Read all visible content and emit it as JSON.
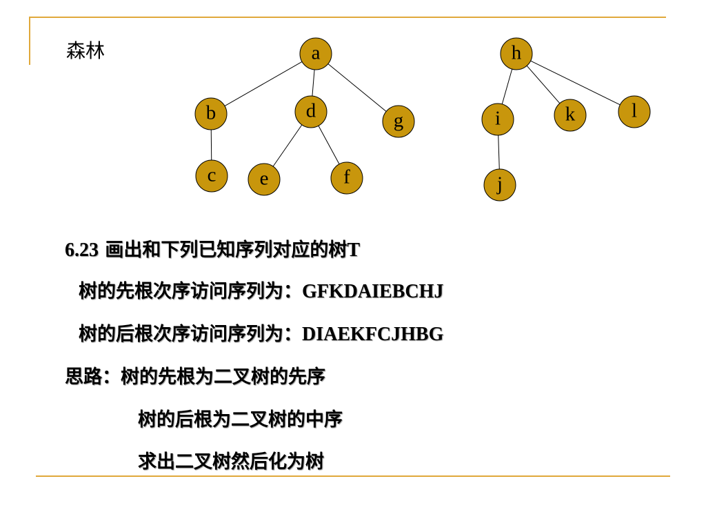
{
  "slide": {
    "title": "森林",
    "colors": {
      "accent": "#e0a83a",
      "node_fill": "#c8960c"
    }
  },
  "forest": {
    "nodes": [
      {
        "id": "a",
        "label": "a"
      },
      {
        "id": "b",
        "label": "b"
      },
      {
        "id": "d",
        "label": "d"
      },
      {
        "id": "g",
        "label": "g"
      },
      {
        "id": "c",
        "label": "c"
      },
      {
        "id": "e",
        "label": "e"
      },
      {
        "id": "f",
        "label": "f"
      },
      {
        "id": "h",
        "label": "h"
      },
      {
        "id": "i",
        "label": "i"
      },
      {
        "id": "k",
        "label": "k"
      },
      {
        "id": "l",
        "label": "l"
      },
      {
        "id": "j",
        "label": "j"
      }
    ],
    "edges": [
      [
        "a",
        "b"
      ],
      [
        "a",
        "d"
      ],
      [
        "a",
        "g"
      ],
      [
        "b",
        "c"
      ],
      [
        "d",
        "e"
      ],
      [
        "d",
        "f"
      ],
      [
        "h",
        "i"
      ],
      [
        "h",
        "k"
      ],
      [
        "h",
        "l"
      ],
      [
        "i",
        "j"
      ]
    ]
  },
  "text": {
    "line1_num": "6.23",
    "line1_cn": " 画出和下列已知序列对应的树",
    "line1_t": "T",
    "line2_cn": "树的先根次序访问序列为：",
    "line2_seq": "GFKDAIEBCHJ",
    "line3_cn": "树的后根次序访问序列为：",
    "line3_seq": "DIAEKFCJHBG",
    "line4": "思路：树的先根为二叉树的先序",
    "line5": "树的后根为二叉树的中序",
    "line6": "求出二叉树然后化为树"
  }
}
